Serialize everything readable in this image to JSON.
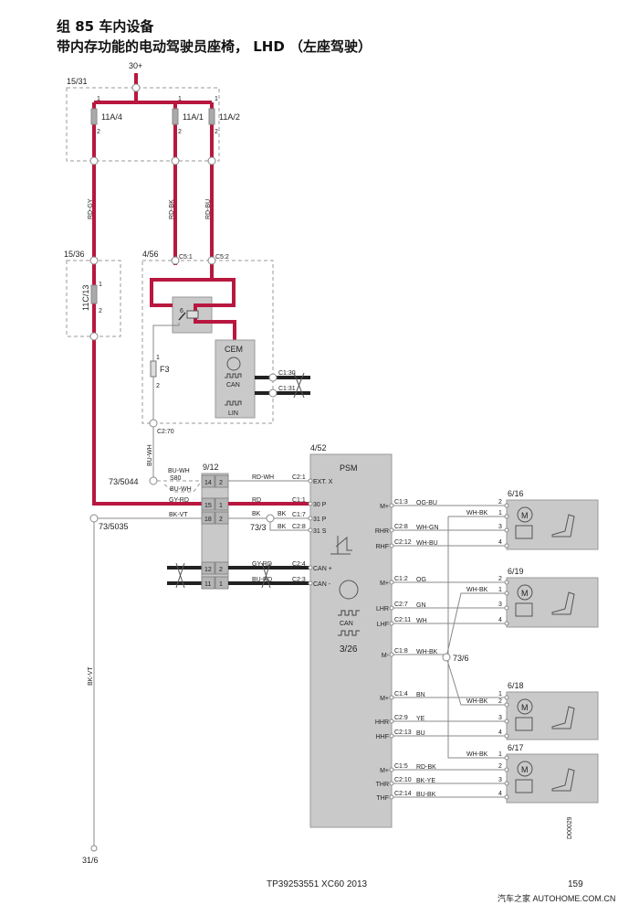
{
  "title": {
    "line1": "组 85 车内设备",
    "line2": "带内存功能的电动驾驶员座椅， LHD （左座驾驶）"
  },
  "supply": "30+",
  "fusebox": {
    "ref": "15/31",
    "fuses": [
      {
        "name": "11A/4",
        "pin_in": "1",
        "pin_out": "2",
        "wire": "RD-GY"
      },
      {
        "name": "11A/1",
        "pin_in": "1",
        "pin_out": "2",
        "wire": "RD-BK"
      },
      {
        "name": "11A/2",
        "pin_in": "1",
        "pin_out": "2",
        "wire": "RD-BU"
      }
    ]
  },
  "fuse2": {
    "ref": "15/36",
    "name": "11C/13",
    "pin_in": "1",
    "pin_out": "2"
  },
  "cem_box": {
    "ref": "4/56",
    "c51": "C5:1",
    "c52": "C5:2",
    "fuse": "F3",
    "fuse_pin1": "1",
    "fuse_pin2": "2",
    "relay_pin": "6",
    "cem": "CEM",
    "can": "CAN",
    "lin": "LIN",
    "c130": "C1:30",
    "c131": "C1:31",
    "c270": "C2:70",
    "out_wire": "BU-WH"
  },
  "splices": {
    "s5044": "73/5044",
    "s5035": "73/5035",
    "s3": "73/3",
    "s6": "73/6"
  },
  "s5044_wires": {
    "top": "BU-WH",
    "mid": "S80",
    "bottom": "BU-WH"
  },
  "terminal": {
    "ref": "9/12",
    "rows": [
      {
        "a": "14",
        "b": "2"
      },
      {
        "a": "15",
        "b": "1"
      },
      {
        "a": "18",
        "b": "2"
      },
      {
        "a": "12",
        "b": "2"
      },
      {
        "a": "11",
        "b": "1"
      }
    ]
  },
  "left_wires": {
    "gy_rd": "GY-RD",
    "bk_vt": "BK-VT",
    "can_h": "GY-RD",
    "can_l": "BU-RD",
    "bk1": "BK",
    "bk2": "BK",
    "bk3": "BK",
    "ground_wire": "BK-VT",
    "ground": "31/6"
  },
  "psm": {
    "ref": "4/52",
    "name": "PSM",
    "module_ref": "3/26",
    "can": "CAN",
    "left_pins": [
      {
        "conn": "C2:1",
        "wire": "RD-WH",
        "label": "EXT. X"
      },
      {
        "conn": "C1:1",
        "wire": "RD",
        "label": "30 P"
      },
      {
        "conn": "C1:7",
        "wire": "",
        "label": "31 P"
      },
      {
        "conn": "C2:8",
        "wire": "",
        "label": "31 S"
      },
      {
        "conn": "C2:4",
        "wire": "GY-RD",
        "label": "CAN +"
      },
      {
        "conn": "C2:3",
        "wire": "BU-RD",
        "label": "CAN -"
      }
    ],
    "right_pins": [
      {
        "label": "M+",
        "conn": "C1:3",
        "wire": "OG-BU"
      },
      {
        "label": "RHR",
        "conn": "C2:8",
        "wire": "WH-GN"
      },
      {
        "label": "RHF",
        "conn": "C2:12",
        "wire": "WH-BU"
      },
      {
        "label": "M+",
        "conn": "C1:2",
        "wire": "OG"
      },
      {
        "label": "LHR",
        "conn": "C2:7",
        "wire": "GN"
      },
      {
        "label": "LHF",
        "conn": "C2:11",
        "wire": "WH"
      },
      {
        "label": "M-",
        "conn": "C1:8",
        "wire": "WH-BK"
      },
      {
        "label": "M+",
        "conn": "C1:4",
        "wire": "BN"
      },
      {
        "label": "HHR",
        "conn": "C2:9",
        "wire": "YE"
      },
      {
        "label": "HHF",
        "conn": "C2:13",
        "wire": "BU"
      },
      {
        "label": "M+",
        "conn": "C1:5",
        "wire": "RD-BK"
      },
      {
        "label": "THR",
        "conn": "C2:10",
        "wire": "BK-YE"
      },
      {
        "label": "THF",
        "conn": "C2:14",
        "wire": "BU-BK"
      }
    ]
  },
  "motors": [
    {
      "ref": "6/16",
      "pins": [
        "2",
        "1",
        "3",
        "4"
      ],
      "ground_wire": "WH-BK"
    },
    {
      "ref": "6/19",
      "pins": [
        "2",
        "1",
        "3",
        "4"
      ],
      "ground_wire": "WH-BK"
    },
    {
      "ref": "6/18",
      "pins": [
        "1",
        "2",
        "3",
        "4"
      ],
      "ground_wire": "WH-BK"
    },
    {
      "ref": "6/17",
      "pins": [
        "1",
        "2",
        "3",
        "4"
      ],
      "ground_wire": "WH-BK"
    }
  ],
  "motor_symbol": "M",
  "doc_id": "D00029",
  "footer": {
    "doc": "TP39253551 XC60 2013",
    "page": "159",
    "watermark": "汽车之家 AUTOHOME.COM.CN"
  },
  "colors": {
    "power": "#b8173f",
    "module": "#c9c9c9"
  }
}
